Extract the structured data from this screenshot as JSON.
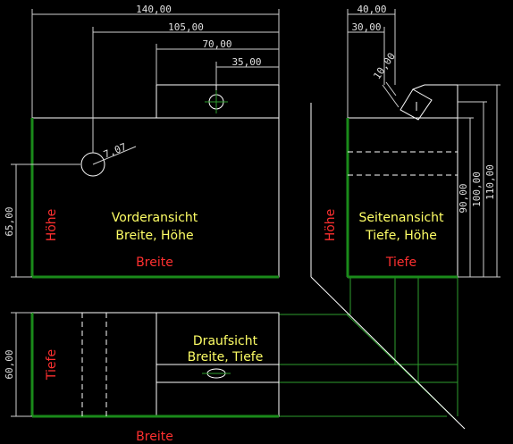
{
  "colors": {
    "background": "#000000",
    "outline": "#ffffff",
    "dimension": "#cfcfcf",
    "projection": "#2e9e2e",
    "reference_edge": "#1a8a1a",
    "view_title": "#ffff66",
    "axis_label": "#ff3030"
  },
  "dimensions": {
    "d140": "140,00",
    "d105": "105,00",
    "d70": "70,00",
    "d35": "35,00",
    "radius": "7,07",
    "d65": "65,00",
    "d40": "40,00",
    "d30": "30,00",
    "d10": "10,00",
    "d90": "90,00",
    "d100": "100,00",
    "d110": "110,00",
    "d60": "60,00"
  },
  "views": {
    "front": {
      "title": "Vorderansicht",
      "subtitle": "Breite, Höhe",
      "bottom_label": "Breite",
      "side_label": "Höhe"
    },
    "side": {
      "title": "Seitenansicht",
      "subtitle": "Tiefe, Höhe",
      "bottom_label": "Tiefe",
      "side_label": "Höhe"
    },
    "top": {
      "title": "Draufsicht",
      "subtitle": "Breite, Tiefe",
      "bottom_label": "Breite",
      "side_label": "Tiefe"
    }
  }
}
